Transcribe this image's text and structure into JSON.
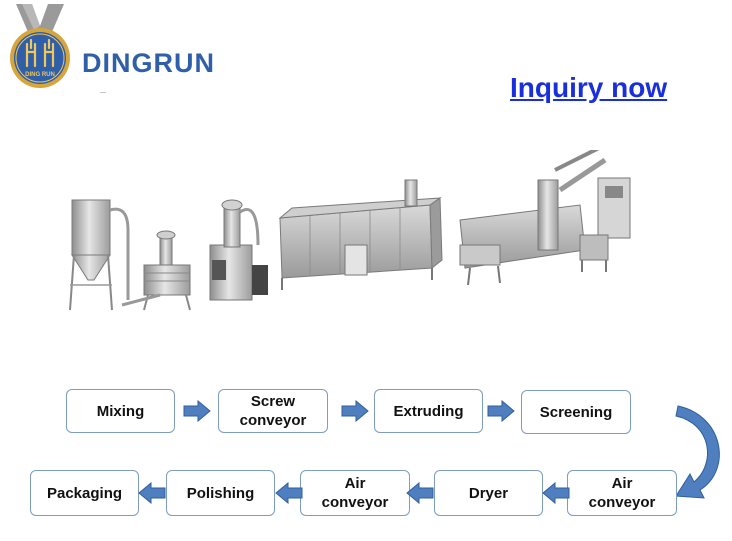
{
  "brand": {
    "name": "DINGRUN",
    "logo_text": "DING RUN",
    "colors": {
      "brand_blue": "#2f5fa8",
      "ribbon": "#9a9a9a",
      "gold": "#d8a53a"
    }
  },
  "header": {
    "inquiry_label": "Inquiry now",
    "link_color": "#1a2fdc"
  },
  "illustration": {
    "icon": "production-line-machinery"
  },
  "process": {
    "row1": [
      {
        "label": "Mixing"
      },
      {
        "label_lines": [
          "Screw",
          "conveyor"
        ]
      },
      {
        "label": "Extruding"
      },
      {
        "label": "Screening"
      }
    ],
    "row2": [
      {
        "label_lines": [
          "Air",
          "conveyor"
        ]
      },
      {
        "label": "Dryer"
      },
      {
        "label_lines": [
          "Air",
          "conveyor"
        ]
      },
      {
        "label": "Polishing"
      },
      {
        "label": "Packaging"
      }
    ],
    "arrow_color": "#4f7fbf",
    "box_border_color": "#7e9bc0"
  }
}
